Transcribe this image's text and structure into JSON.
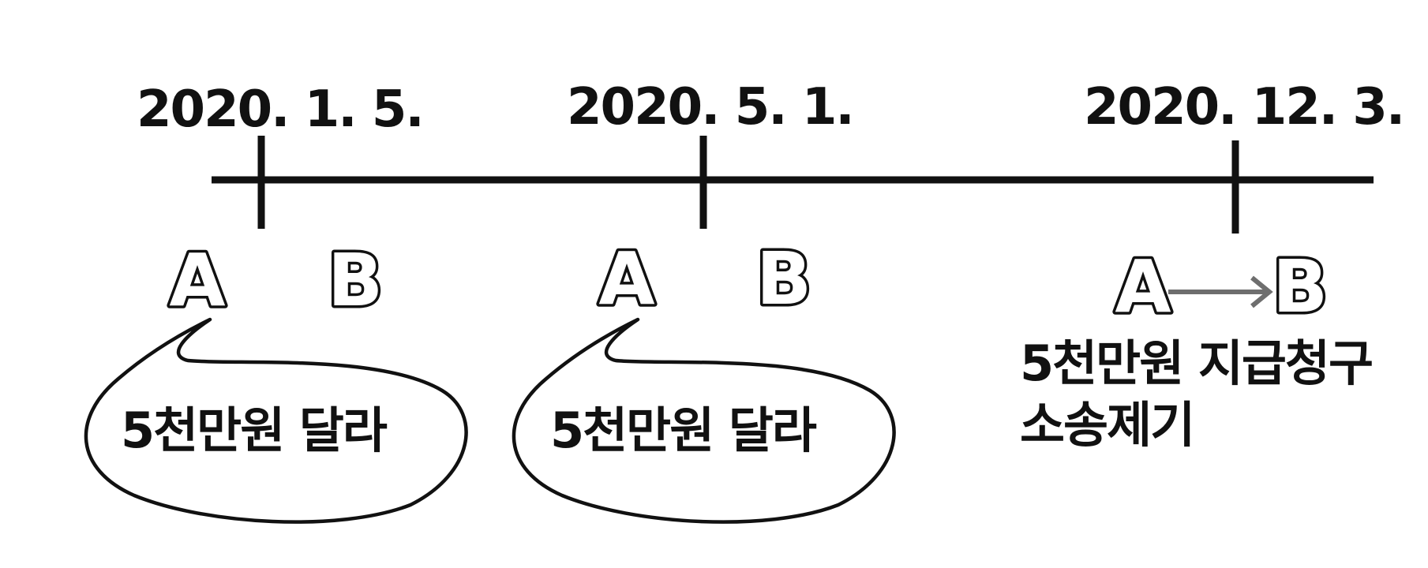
{
  "timeline": {
    "events": [
      {
        "date": "2020. 1. 5.",
        "party_a": "A",
        "party_b": "B",
        "speech": "5천만원 달라"
      },
      {
        "date": "2020. 5. 1.",
        "party_a": "A",
        "party_b": "B",
        "speech": "5천만원 달라"
      },
      {
        "date": "2020. 12. 3.",
        "party_a": "A",
        "party_b": "B",
        "note_lines": [
          "5천만원 지급청구",
          "소송제기"
        ]
      }
    ]
  },
  "colors": {
    "line": "#111111",
    "arrow": "#6e6e6e",
    "background": "#ffffff"
  }
}
